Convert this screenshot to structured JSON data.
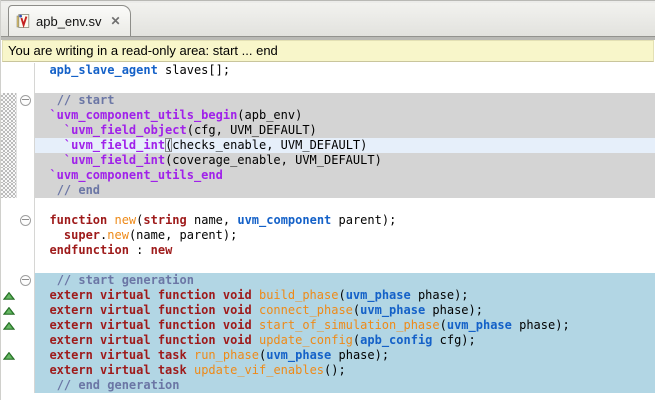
{
  "tab": {
    "title": "apb_env.sv",
    "close_glyph": "✕"
  },
  "warning": {
    "text": "You are writing in a read-only area: start ... end"
  },
  "colors": {
    "kw": "#9e1a1a",
    "ty": "#1461c8",
    "fn": "#ee8a18",
    "mc": "#a021ea",
    "cm": "#6b76a5",
    "region_readonly": "#d4d4d4",
    "region_generated": "#b2d6e4",
    "region_currentline": "#e6effa",
    "warning_bg": "#f8f6ca",
    "override_marker_green": "#3f9e3f"
  },
  "editor": {
    "lines": [
      {
        "region": "",
        "hatch": false,
        "fold": false,
        "marker": "",
        "segments": [
          {
            "t": "  "
          },
          {
            "t": "apb_slave_agent",
            "c": "ty"
          },
          {
            "t": " slaves[];"
          }
        ]
      },
      {
        "region": "",
        "hatch": false,
        "fold": false,
        "marker": "",
        "segments": []
      },
      {
        "region": "gray",
        "hatch": true,
        "fold": true,
        "marker": "",
        "segments": [
          {
            "t": "   "
          },
          {
            "t": "// start",
            "c": "cm"
          }
        ]
      },
      {
        "region": "gray",
        "hatch": true,
        "fold": false,
        "marker": "",
        "segments": [
          {
            "t": "  "
          },
          {
            "t": "`uvm_component_utils_begin",
            "c": "mc"
          },
          {
            "t": "(apb_env)"
          }
        ]
      },
      {
        "region": "gray",
        "hatch": true,
        "fold": false,
        "marker": "",
        "segments": [
          {
            "t": "    "
          },
          {
            "t": "`uvm_field_object",
            "c": "mc"
          },
          {
            "t": "(cfg, UVM_DEFAULT)"
          }
        ]
      },
      {
        "region": "hl",
        "hatch": true,
        "fold": false,
        "marker": "",
        "segments": [
          {
            "t": "    "
          },
          {
            "t": "`uvm_field_int",
            "c": "mc"
          },
          {
            "t": "(",
            "c": "br"
          },
          {
            "t": "checks_enable, UVM_DEFAULT)"
          }
        ]
      },
      {
        "region": "gray",
        "hatch": true,
        "fold": false,
        "marker": "",
        "segments": [
          {
            "t": "    "
          },
          {
            "t": "`uvm_field_int",
            "c": "mc"
          },
          {
            "t": "(coverage_enable, UVM_DEFAULT)"
          }
        ]
      },
      {
        "region": "gray",
        "hatch": true,
        "fold": false,
        "marker": "",
        "segments": [
          {
            "t": "  "
          },
          {
            "t": "`uvm_component_utils_end",
            "c": "mc"
          }
        ]
      },
      {
        "region": "gray",
        "hatch": true,
        "fold": false,
        "marker": "",
        "segments": [
          {
            "t": "   "
          },
          {
            "t": "// end",
            "c": "cm"
          }
        ]
      },
      {
        "region": "",
        "hatch": false,
        "fold": false,
        "marker": "",
        "segments": []
      },
      {
        "region": "",
        "hatch": false,
        "fold": true,
        "marker": "",
        "segments": [
          {
            "t": "  "
          },
          {
            "t": "function",
            "c": "kw"
          },
          {
            "t": " "
          },
          {
            "t": "new",
            "c": "fn"
          },
          {
            "t": "("
          },
          {
            "t": "string",
            "c": "kw"
          },
          {
            "t": " name, "
          },
          {
            "t": "uvm_component",
            "c": "ty"
          },
          {
            "t": " parent);"
          }
        ]
      },
      {
        "region": "",
        "hatch": false,
        "fold": false,
        "marker": "",
        "segments": [
          {
            "t": "    "
          },
          {
            "t": "super",
            "c": "kw"
          },
          {
            "t": "."
          },
          {
            "t": "new",
            "c": "fn"
          },
          {
            "t": "(name, parent);"
          }
        ]
      },
      {
        "region": "",
        "hatch": false,
        "fold": false,
        "marker": "",
        "segments": [
          {
            "t": "  "
          },
          {
            "t": "endfunction",
            "c": "kw"
          },
          {
            "t": " : "
          },
          {
            "t": "new",
            "c": "kw"
          }
        ]
      },
      {
        "region": "",
        "hatch": false,
        "fold": false,
        "marker": "",
        "segments": []
      },
      {
        "region": "blue",
        "hatch": false,
        "fold": true,
        "marker": "",
        "segments": [
          {
            "t": "   "
          },
          {
            "t": "// start generation",
            "c": "cm"
          }
        ]
      },
      {
        "region": "blue",
        "hatch": false,
        "fold": false,
        "marker": "triangle",
        "segments": [
          {
            "t": "  "
          },
          {
            "t": "extern virtual function void",
            "c": "kw"
          },
          {
            "t": " "
          },
          {
            "t": "build_phase",
            "c": "fn"
          },
          {
            "t": "("
          },
          {
            "t": "uvm_phase",
            "c": "ty"
          },
          {
            "t": " phase);"
          }
        ]
      },
      {
        "region": "blue",
        "hatch": false,
        "fold": false,
        "marker": "triangle",
        "segments": [
          {
            "t": "  "
          },
          {
            "t": "extern virtual function void",
            "c": "kw"
          },
          {
            "t": " "
          },
          {
            "t": "connect_phase",
            "c": "fn"
          },
          {
            "t": "("
          },
          {
            "t": "uvm_phase",
            "c": "ty"
          },
          {
            "t": " phase);"
          }
        ]
      },
      {
        "region": "blue",
        "hatch": false,
        "fold": false,
        "marker": "triangle",
        "segments": [
          {
            "t": "  "
          },
          {
            "t": "extern virtual function void",
            "c": "kw"
          },
          {
            "t": " "
          },
          {
            "t": "start_of_simulation_phase",
            "c": "fn"
          },
          {
            "t": "("
          },
          {
            "t": "uvm_phase",
            "c": "ty"
          },
          {
            "t": " phase);"
          }
        ]
      },
      {
        "region": "blue",
        "hatch": false,
        "fold": false,
        "marker": "",
        "segments": [
          {
            "t": "  "
          },
          {
            "t": "extern virtual function void",
            "c": "kw"
          },
          {
            "t": " "
          },
          {
            "t": "update_config",
            "c": "fn"
          },
          {
            "t": "("
          },
          {
            "t": "apb_config",
            "c": "ty"
          },
          {
            "t": " cfg);"
          }
        ]
      },
      {
        "region": "blue",
        "hatch": false,
        "fold": false,
        "marker": "triangle",
        "segments": [
          {
            "t": "  "
          },
          {
            "t": "extern virtual task",
            "c": "kw"
          },
          {
            "t": " "
          },
          {
            "t": "run_phase",
            "c": "fn"
          },
          {
            "t": "("
          },
          {
            "t": "uvm_phase",
            "c": "ty"
          },
          {
            "t": " phase);"
          }
        ]
      },
      {
        "region": "blue",
        "hatch": false,
        "fold": false,
        "marker": "",
        "segments": [
          {
            "t": "  "
          },
          {
            "t": "extern virtual task",
            "c": "kw"
          },
          {
            "t": " "
          },
          {
            "t": "update_vif_enables",
            "c": "fn"
          },
          {
            "t": "();"
          }
        ]
      },
      {
        "region": "blue",
        "hatch": false,
        "fold": false,
        "marker": "",
        "segments": [
          {
            "t": "   "
          },
          {
            "t": "// end generation",
            "c": "cm"
          }
        ]
      }
    ]
  }
}
